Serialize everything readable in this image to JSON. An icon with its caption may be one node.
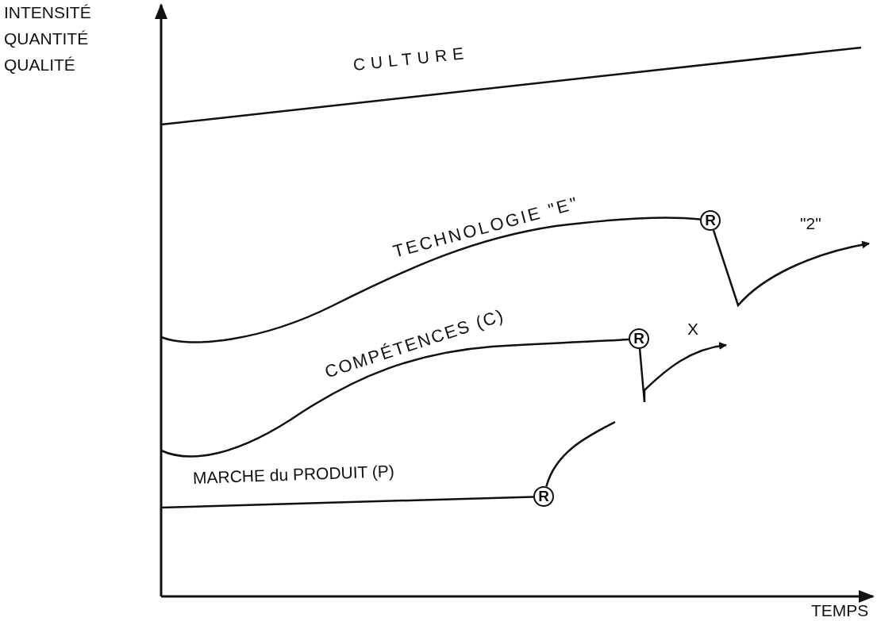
{
  "diagram": {
    "nodes": [
      {
        "text": [
          "R"
        ]
      },
      {
        "text": [
          "R"
        ]
      },
      {
        "text": [
          "R"
        ]
      }
    ],
    "edges": [
      {
        "from": null,
        "to": 0,
        "arrow": "none"
      },
      {
        "from": 0,
        "to": null,
        "arrow": "to"
      },
      {
        "from": null,
        "to": 1,
        "arrow": "none"
      },
      {
        "from": 1,
        "to": null,
        "arrow": "to"
      },
      {
        "from": null,
        "to": 2,
        "arrow": "none"
      },
      {
        "from": 2,
        "to": null,
        "arrow": "none"
      }
    ],
    "labels": [
      "INTENSITÉ",
      "QUANTITÉ",
      "QUALITÉ",
      "CULTURE",
      "TECHNOLOGIE \"E\"",
      "\"2\"",
      "COMPÉTENCES (C)",
      "X",
      "MARCHE du PRODUIT (P)",
      "TEMPS"
    ]
  }
}
